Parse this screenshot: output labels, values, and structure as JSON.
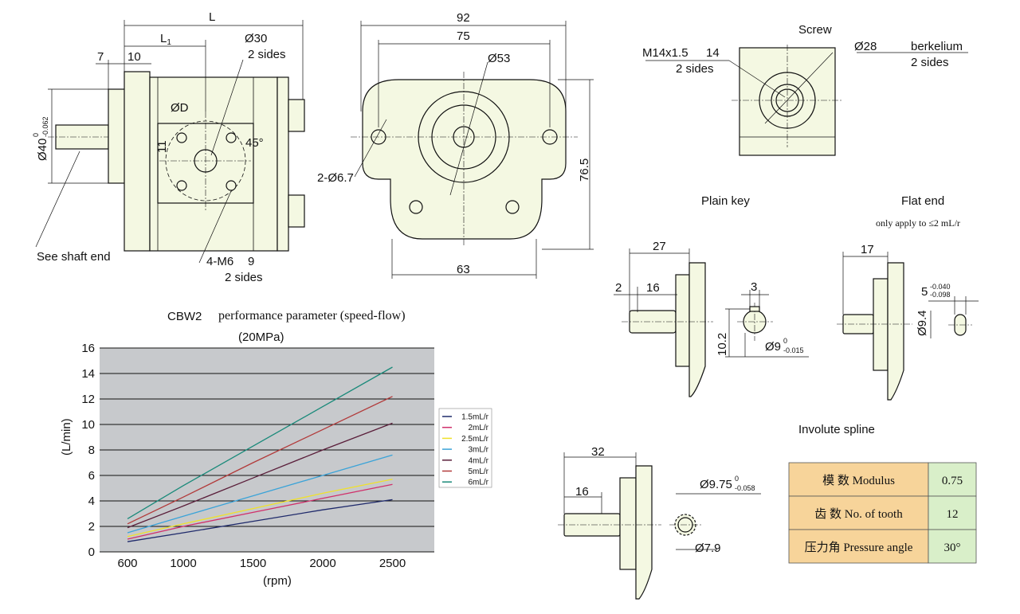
{
  "drawing": {
    "side_view": {
      "L": "L",
      "L1": "L",
      "L1_sub": "1",
      "d30": "Ø30",
      "d30_sides": "2 sides",
      "dim7": "7",
      "dim10": "10",
      "dD": "ØD",
      "dim11": "11",
      "angle45": "45°",
      "d40": "Ø40",
      "d40_tol_up": "0",
      "d40_tol_lo": "-0.062",
      "shaft_end": "See shaft end",
      "m6": "4-M6",
      "m6_depth": "9",
      "m6_sides": "2 sides"
    },
    "front_view": {
      "w92": "92",
      "w75": "75",
      "d53": "Ø53",
      "holes": "2-Ø6.7",
      "h76": "76.5",
      "w63": "63"
    },
    "screw": {
      "title": "Screw",
      "thread": "M14x1.5",
      "thread_depth": "14",
      "thread_sides": "2 sides",
      "d28": "Ø28",
      "berk": "berkelium",
      "berk_sides": "2 sides"
    },
    "plain_key": {
      "title": "Plain key",
      "w27": "27",
      "w2": "2",
      "w16": "16",
      "w3": "3",
      "h10": "10.2",
      "d9": "Ø9",
      "d9_tol_up": "0",
      "d9_tol_lo": "-0.015"
    },
    "flat_end": {
      "title": "Flat end",
      "note": "only apply to  ≤2 mL/r",
      "w17": "17",
      "w5": "5",
      "w5_tol_up": "-0.040",
      "w5_tol_lo": "-0.098",
      "d94": "Ø9.4"
    },
    "spline": {
      "title": "Involute spline",
      "w32": "32",
      "w16": "16",
      "d975": "Ø9.75",
      "d975_tol_up": "0",
      "d975_tol_lo": "-0.058",
      "d79": "Ø7.9"
    }
  },
  "spline_table": {
    "rows": [
      {
        "label": "模 数  Modulus",
        "value": "0.75"
      },
      {
        "label": "齿 数  No. of tooth",
        "value": "12"
      },
      {
        "label": "压力角  Pressure angle",
        "value": "30°"
      }
    ],
    "label_bg": "#f7d49a",
    "value_bg": "#d9efc9"
  },
  "chart_data": {
    "type": "line",
    "title_part1": "CBW2",
    "title_part2": "performance parameter (speed-flow)",
    "subtitle": "(20MPa)",
    "xlabel": "(rpm)",
    "ylabel": "(L/min)",
    "x_ticks": [
      "600",
      "1000",
      "1500",
      "2000",
      "2500"
    ],
    "y_ticks": [
      "0",
      "2",
      "4",
      "6",
      "8",
      "10",
      "12",
      "14",
      "16"
    ],
    "xlim": [
      400,
      2800
    ],
    "ylim": [
      0,
      16
    ],
    "plot_bg": "#c7c9cc",
    "legend_placement": "right",
    "series": [
      {
        "name": "1.5mL/r",
        "color": "#1f2a6b",
        "x": [
          600,
          1000,
          1500,
          2000,
          2500
        ],
        "y": [
          0.8,
          1.5,
          2.4,
          3.3,
          4.1
        ]
      },
      {
        "name": "2mL/r",
        "color": "#d0306b",
        "x": [
          600,
          1000,
          1500,
          2000,
          2500
        ],
        "y": [
          1.0,
          2.0,
          3.1,
          4.2,
          5.3
        ]
      },
      {
        "name": "2.5mL/r",
        "color": "#f0e12a",
        "x": [
          600,
          1000,
          1500,
          2000,
          2500
        ],
        "y": [
          1.2,
          2.2,
          3.4,
          4.6,
          5.7
        ]
      },
      {
        "name": "3mL/r",
        "color": "#3aa3d8",
        "x": [
          600,
          1000,
          1500,
          2000,
          2500
        ],
        "y": [
          1.5,
          2.8,
          4.4,
          6.0,
          7.6
        ]
      },
      {
        "name": "4mL/r",
        "color": "#5a1e3a",
        "x": [
          600,
          1000,
          1500,
          2000,
          2500
        ],
        "y": [
          1.9,
          3.6,
          5.8,
          8.0,
          10.1
        ]
      },
      {
        "name": "5mL/r",
        "color": "#b23a3a",
        "x": [
          600,
          1000,
          1500,
          2000,
          2500
        ],
        "y": [
          2.2,
          4.3,
          7.0,
          9.6,
          12.2
        ]
      },
      {
        "name": "6mL/r",
        "color": "#1a8a7a",
        "x": [
          600,
          1000,
          1500,
          2000,
          2500
        ],
        "y": [
          2.6,
          5.2,
          8.3,
          11.4,
          14.5
        ]
      }
    ]
  }
}
